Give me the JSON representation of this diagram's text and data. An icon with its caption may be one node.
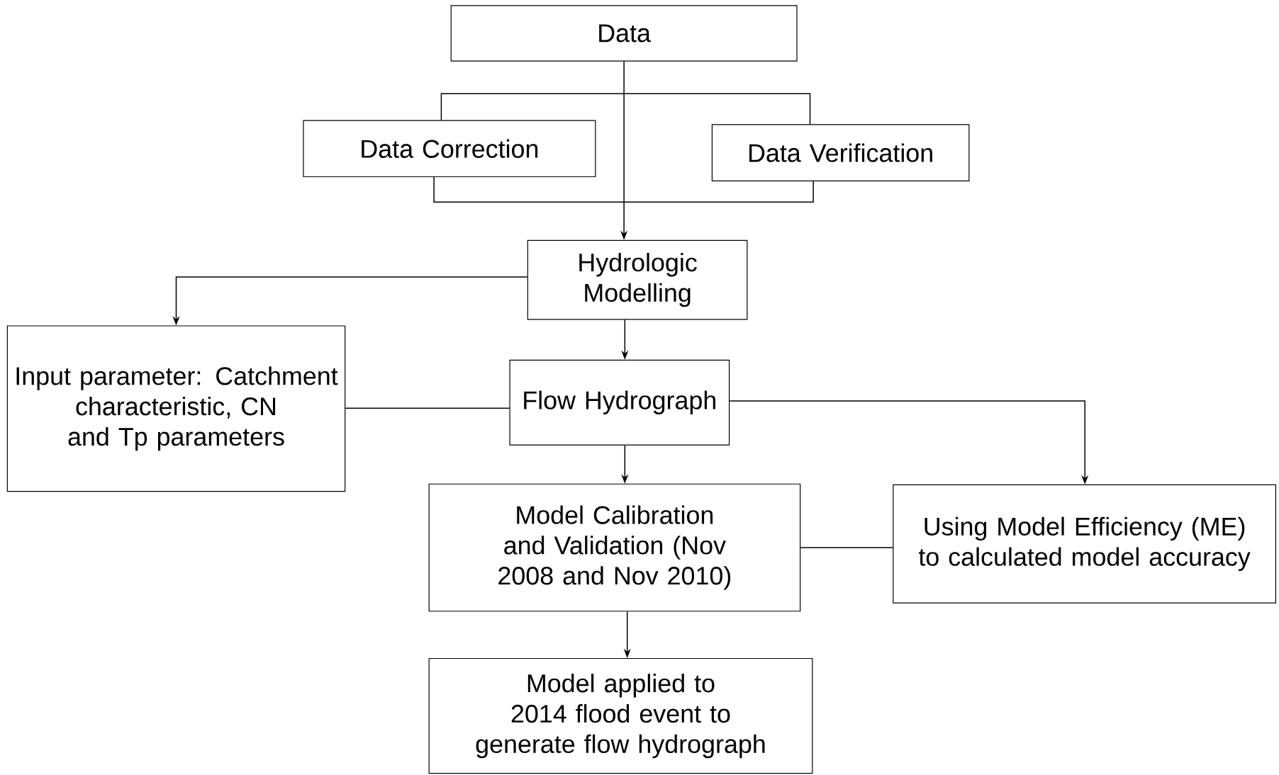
{
  "diagram": {
    "nodes": [
      {
        "text": [
          "Data"
        ]
      },
      {
        "text": [
          "Data Correction"
        ]
      },
      {
        "text": [
          "Data Verification"
        ]
      },
      {
        "text": [
          "Hydrologic Modelling"
        ]
      },
      {
        "text": [
          "Input parameter: Catchment characteristic, CN and Tp parameters"
        ]
      },
      {
        "text": [
          "Flow Hydrograph"
        ]
      },
      {
        "text": [
          "Model Calibration and Validation (Nov 2008 and Nov 2010)"
        ]
      },
      {
        "text": [
          "Using Model Efficiency (ME) to calculated model accuracy"
        ]
      },
      {
        "text": [
          "Model applied to 2014 flood event to generate flow hydrograph"
        ]
      }
    ],
    "edges": [
      {
        "from": 0,
        "to": 3,
        "arrow": "to"
      },
      {
        "from": 1,
        "to": 2,
        "arrow": "none"
      },
      {
        "from": 1,
        "to": 2,
        "arrow": "none"
      },
      {
        "from": 3,
        "to": 4,
        "arrow": "to"
      },
      {
        "from": 3,
        "to": 5,
        "arrow": "to"
      },
      {
        "from": 4,
        "to": 5,
        "arrow": "none"
      },
      {
        "from": 5,
        "to": 7,
        "arrow": "to"
      },
      {
        "from": 5,
        "to": 6,
        "arrow": "to"
      },
      {
        "from": 6,
        "to": 7,
        "arrow": "none"
      },
      {
        "from": 6,
        "to": 8,
        "arrow": "to"
      }
    ]
  }
}
